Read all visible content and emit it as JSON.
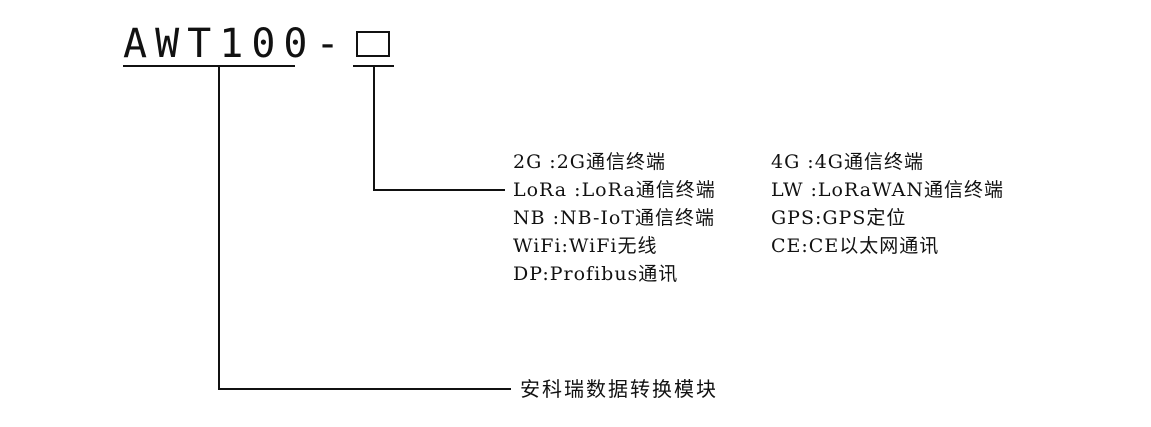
{
  "model": {
    "code": "AWT100-"
  },
  "options": {
    "left": [
      "2G :2G通信终端",
      "LoRa :LoRa通信终端",
      "NB :NB-IoT通信终端",
      "WiFi:WiFi无线",
      "DP:Profibus通讯"
    ],
    "right": [
      "4G :4G通信终端",
      "LW :LoRaWAN通信终端",
      "GPS:GPS定位",
      "CE:CE以太网通讯"
    ]
  },
  "module_label": "安科瑞数据转换模块"
}
